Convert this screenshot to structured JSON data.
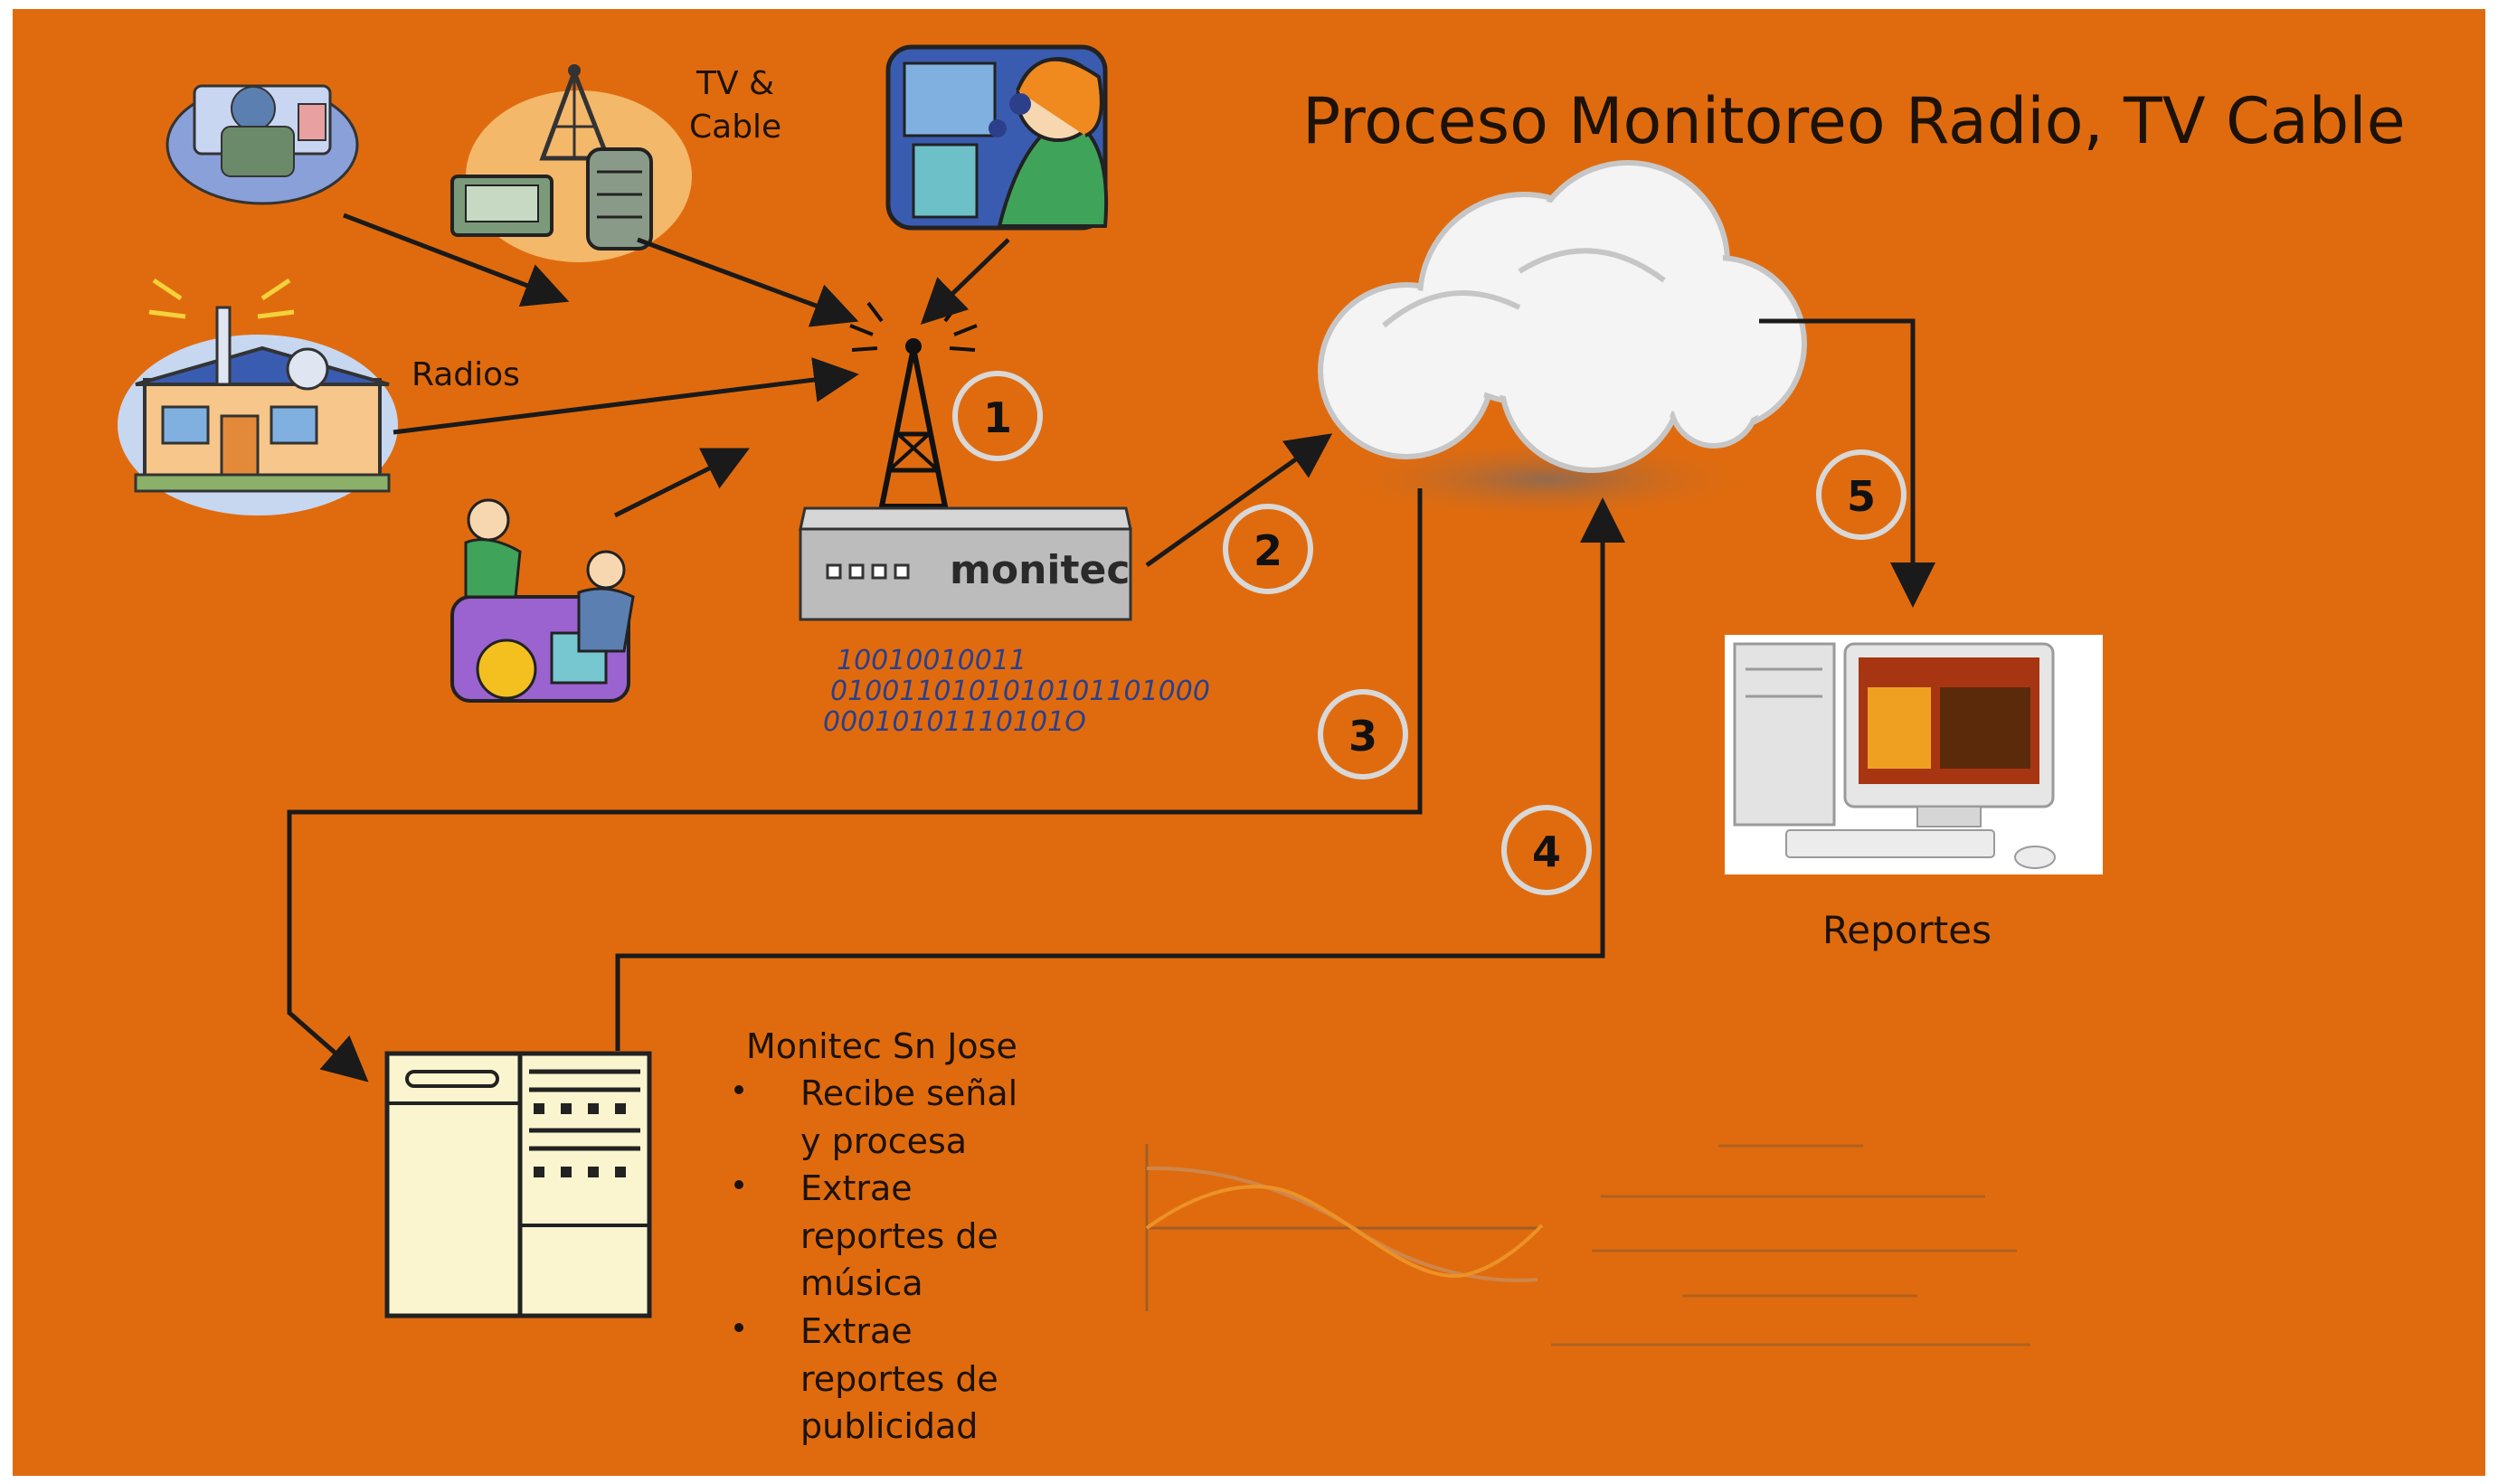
{
  "title": "Proceso Monitoreo Radio, TV Cable",
  "labels": {
    "tv_cable_line1": "TV &",
    "tv_cable_line2": "Cable",
    "radios": "Radios",
    "device": "monitec",
    "reportes": "Reportes"
  },
  "binary": [
    "10010010011",
    "0100110101010101101000",
    "00010101110101O"
  ],
  "steps": [
    "1",
    "2",
    "3",
    "4",
    "5"
  ],
  "site": {
    "title": "Monitec Sn Jose",
    "bullets": [
      [
        "Recibe señal",
        "y procesa"
      ],
      [
        "Extrae",
        "reportes de",
        "música"
      ],
      [
        "Extrae",
        "reportes de",
        "publicidad"
      ]
    ]
  },
  "colors": {
    "background": "#e06b0e",
    "frame": "#ffffff",
    "arrows": "#1a1a1a",
    "cloud": "#f4f4f4",
    "device": "#b9b9b9",
    "server": "#fbf5cf"
  },
  "icons": [
    "news-reporter-icon",
    "tv-cable-antenna-icon",
    "broadcaster-headset-icon",
    "radio-station-icon",
    "people-talking-icon",
    "antenna-tower-icon",
    "cloud-icon",
    "computer-monitor-icon",
    "server-rack-icon"
  ]
}
